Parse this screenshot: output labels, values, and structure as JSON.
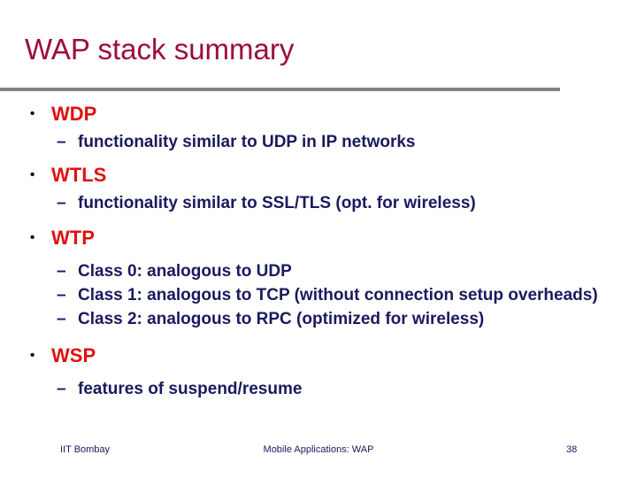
{
  "slide": {
    "title": "WAP stack summary",
    "colors": {
      "title": "#9E0B3D",
      "rule": "#808080",
      "level1_text": "#E01010",
      "level2_text": "#1A1A5E",
      "bullet_dot": "#000000",
      "background": "#FFFFFF",
      "footer_text": "#1A1A5E"
    },
    "bullet_glyphs": {
      "level1": "•",
      "level2": "–"
    },
    "outline": [
      {
        "label": "WDP",
        "children": [
          "functionality similar to UDP in IP networks"
        ]
      },
      {
        "label": "WTLS",
        "children": [
          "functionality similar to SSL/TLS (opt. for wireless)"
        ]
      },
      {
        "label": "WTP",
        "children": [
          "Class 0: analogous to UDP",
          "Class 1: analogous to TCP (without connection setup overheads)",
          "Class 2: analogous to RPC (optimized for wireless)"
        ]
      },
      {
        "label": "WSP",
        "children": [
          "features of suspend/resume"
        ]
      }
    ],
    "footer": {
      "left": "IIT Bombay",
      "center": "Mobile Applications: WAP",
      "page_number": "38"
    }
  }
}
